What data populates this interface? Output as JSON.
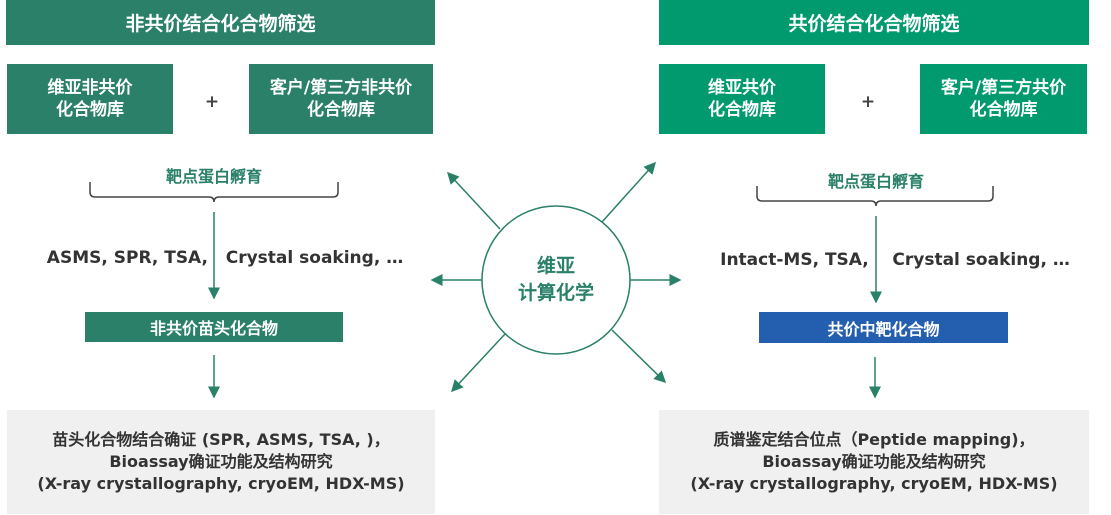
{
  "left": {
    "title": "非共价结合化合物筛选",
    "lib1": "维亚非共价\n化合物库",
    "plus": "+",
    "lib2": "客户/第三方非共价\n化合物库",
    "incubation": "靶点蛋白孵育",
    "methods": "ASMS, SPR, TSA,   Crystal soaking, …",
    "hit": "非共价苗头化合物",
    "followup": "苗头化合物结合确证 (SPR, ASMS, TSA, )，\nBioassay确证功能及结构研究\n(X-ray crystallography, cryoEM, HDX-MS)"
  },
  "right": {
    "title": "共价结合化合物筛选",
    "lib1": "维亚共价\n化合物库",
    "plus": "+",
    "lib2": "客户/第三方共价\n化合物库",
    "incubation": "靶点蛋白孵育",
    "methods": "Intact-MS, TSA,    Crystal soaking, …",
    "hit": "共价中靶化合物",
    "followup": "质谱鉴定结合位点（Peptide mapping)，\nBioassay确证功能及结构研究\n(X-ray crystallography, cryoEM, HDX-MS)"
  },
  "center": {
    "line1": "维亚",
    "line2": "计算化学"
  },
  "colors": {
    "left_green": "#2a8068",
    "right_green": "#009a6e",
    "blue": "#245eae",
    "gray": "#f0f0f0"
  }
}
